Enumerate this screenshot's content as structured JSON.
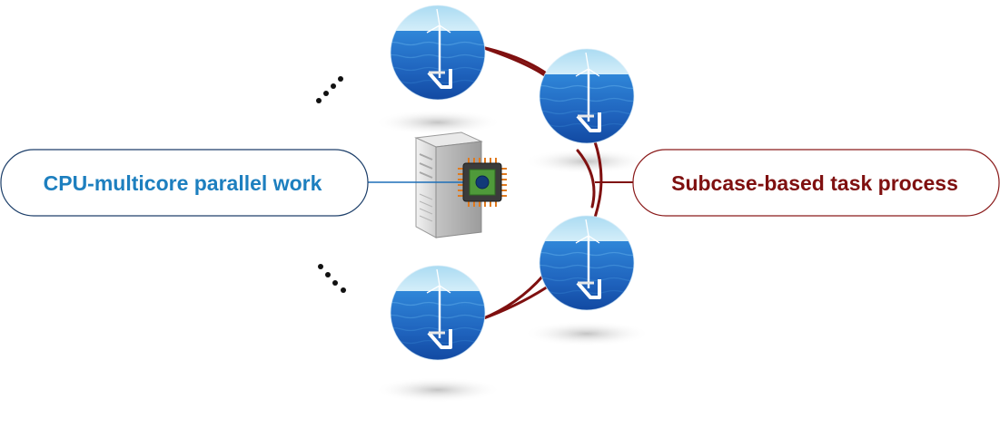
{
  "labels": {
    "left": "CPU-multicore parallel work",
    "right": "Subcase-based task process"
  },
  "colors": {
    "left_accent": "#1d7fbf",
    "right_accent": "#7f1010",
    "arc": "#7f1010"
  },
  "nodes": [
    {
      "id": "turbine-top-left",
      "icon": "floating-wind-turbine"
    },
    {
      "id": "turbine-top-right",
      "icon": "floating-wind-turbine"
    },
    {
      "id": "turbine-bottom-right",
      "icon": "floating-wind-turbine"
    },
    {
      "id": "turbine-bottom-left",
      "icon": "floating-wind-turbine"
    }
  ],
  "center_icons": [
    "desktop-tower-icon",
    "cpu-chip-icon"
  ],
  "continuation_marks": [
    "ellipsis-top",
    "ellipsis-bottom"
  ]
}
